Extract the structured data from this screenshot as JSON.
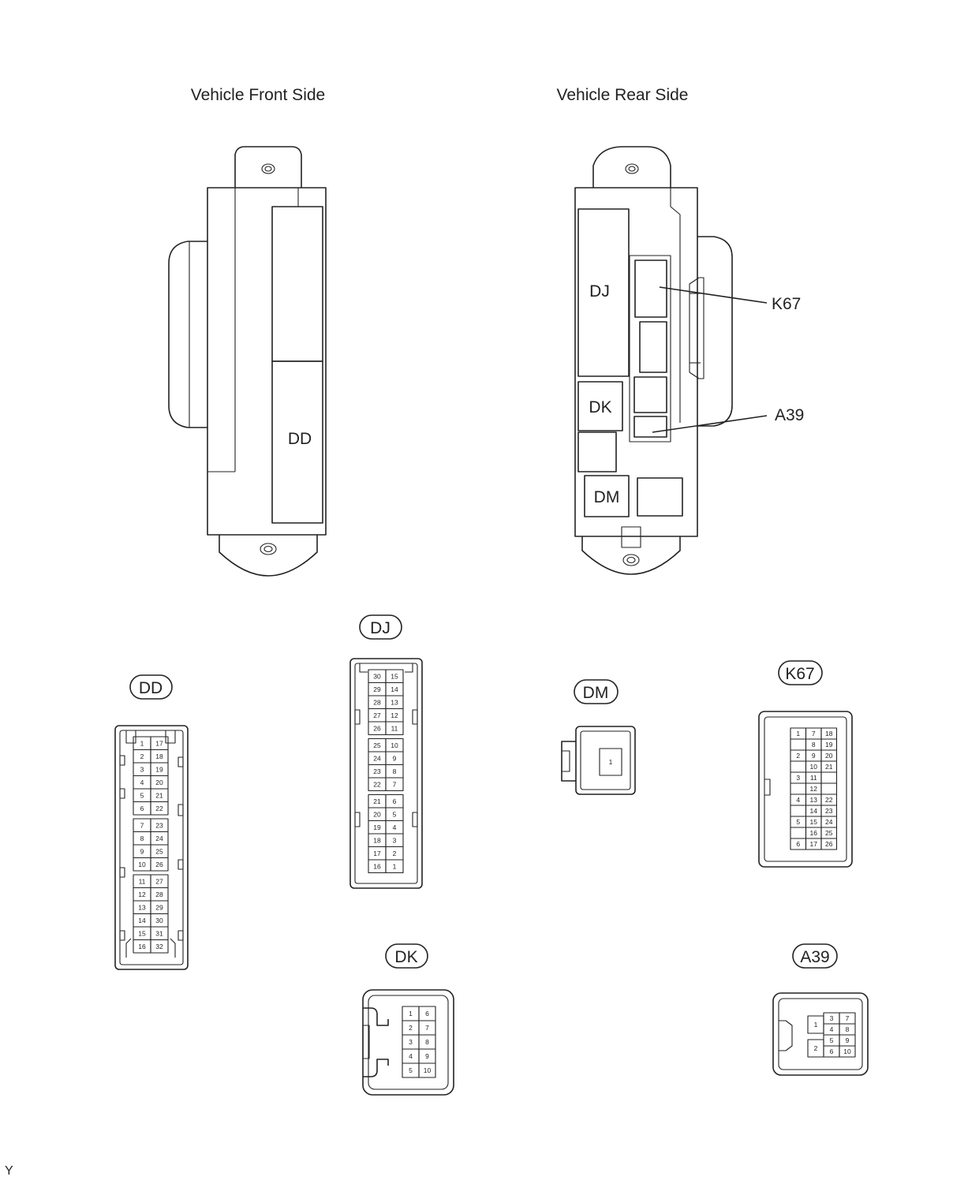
{
  "headings": {
    "front": "Vehicle Front Side",
    "rear": "Vehicle Rear Side"
  },
  "callouts": {
    "dd_slot": "DD",
    "dj_slot": "DJ",
    "dk_slot": "DK",
    "dm_slot": "DM",
    "k67": "K67",
    "a39": "A39"
  },
  "connectors": {
    "DD": {
      "label": "DD",
      "rows": [
        [
          "1",
          "17"
        ],
        [
          "2",
          "18"
        ],
        [
          "3",
          "19"
        ],
        [
          "4",
          "20"
        ],
        [
          "5",
          "21"
        ],
        [
          "6",
          "22"
        ],
        [
          "7",
          "23"
        ],
        [
          "8",
          "24"
        ],
        [
          "9",
          "25"
        ],
        [
          "10",
          "26"
        ],
        [
          "11",
          "27"
        ],
        [
          "12",
          "28"
        ],
        [
          "13",
          "29"
        ],
        [
          "14",
          "30"
        ],
        [
          "15",
          "31"
        ],
        [
          "16",
          "32"
        ]
      ]
    },
    "DJ": {
      "label": "DJ",
      "rows": [
        [
          "30",
          "15"
        ],
        [
          "29",
          "14"
        ],
        [
          "28",
          "13"
        ],
        [
          "27",
          "12"
        ],
        [
          "26",
          "11"
        ],
        [
          "25",
          "10"
        ],
        [
          "24",
          "9"
        ],
        [
          "23",
          "8"
        ],
        [
          "22",
          "7"
        ],
        [
          "21",
          "6"
        ],
        [
          "20",
          "5"
        ],
        [
          "19",
          "4"
        ],
        [
          "18",
          "3"
        ],
        [
          "17",
          "2"
        ],
        [
          "16",
          "1"
        ]
      ]
    },
    "DM": {
      "label": "DM",
      "pins": [
        "1"
      ]
    },
    "DK": {
      "label": "DK",
      "rows": [
        [
          "1",
          "6"
        ],
        [
          "2",
          "7"
        ],
        [
          "3",
          "8"
        ],
        [
          "4",
          "9"
        ],
        [
          "5",
          "10"
        ]
      ]
    },
    "K67": {
      "label": "K67",
      "rows": [
        [
          "1",
          "7",
          "18"
        ],
        [
          "",
          "8",
          "19"
        ],
        [
          "2",
          "9",
          "20"
        ],
        [
          "",
          "10",
          "21"
        ],
        [
          "3",
          "11",
          ""
        ],
        [
          "",
          "12",
          ""
        ],
        [
          "4",
          "13",
          "22"
        ],
        [
          "",
          "14",
          "23"
        ],
        [
          "5",
          "15",
          "24"
        ],
        [
          "",
          "16",
          "25"
        ],
        [
          "6",
          "17",
          "26"
        ]
      ]
    },
    "A39": {
      "label": "A39",
      "left": [
        "1",
        "2"
      ],
      "rows": [
        [
          "3",
          "7"
        ],
        [
          "4",
          "8"
        ],
        [
          "5",
          "9"
        ],
        [
          "6",
          "10"
        ]
      ]
    }
  },
  "corner_mark": "Y"
}
